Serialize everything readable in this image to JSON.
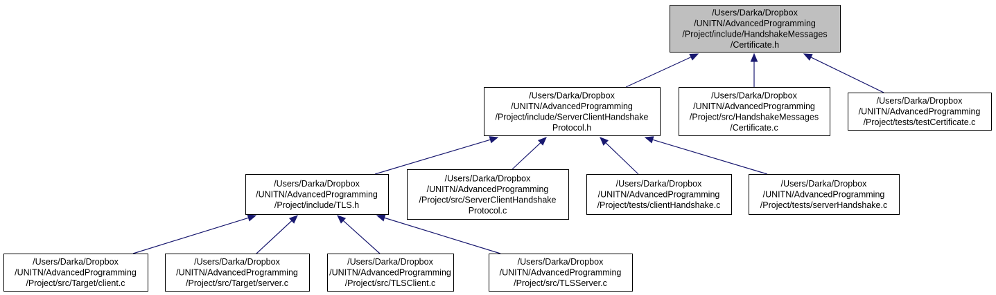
{
  "graph": {
    "colors": {
      "edge": "#191970",
      "node_border": "#000000",
      "node_fill": "#ffffff",
      "root_fill": "#bfbfbf",
      "text": "#000000"
    },
    "nodes": [
      {
        "id": "certificate_h",
        "root": true,
        "lines": [
          "/Users/Darka/Dropbox",
          "/UNITN/AdvancedProgramming",
          "/Project/include/HandshakeMessages",
          "/Certificate.h"
        ]
      },
      {
        "id": "serverclienthandshake_h",
        "lines": [
          "/Users/Darka/Dropbox",
          "/UNITN/AdvancedProgramming",
          "/Project/include/ServerClientHandshake",
          "Protocol.h"
        ]
      },
      {
        "id": "certificate_c",
        "lines": [
          "/Users/Darka/Dropbox",
          "/UNITN/AdvancedProgramming",
          "/Project/src/HandshakeMessages",
          "/Certificate.c"
        ]
      },
      {
        "id": "testcertificate_c",
        "lines": [
          "/Users/Darka/Dropbox",
          "/UNITN/AdvancedProgramming",
          "/Project/tests/testCertificate.c"
        ]
      },
      {
        "id": "tls_h",
        "lines": [
          "/Users/Darka/Dropbox",
          "/UNITN/AdvancedProgramming",
          "/Project/include/TLS.h"
        ]
      },
      {
        "id": "serverclienthandshake_c",
        "lines": [
          "/Users/Darka/Dropbox",
          "/UNITN/AdvancedProgramming",
          "/Project/src/ServerClientHandshake",
          "Protocol.c"
        ]
      },
      {
        "id": "clienthandshake_c",
        "lines": [
          "/Users/Darka/Dropbox",
          "/UNITN/AdvancedProgramming",
          "/Project/tests/clientHandshake.c"
        ]
      },
      {
        "id": "serverhandshake_c",
        "lines": [
          "/Users/Darka/Dropbox",
          "/UNITN/AdvancedProgramming",
          "/Project/tests/serverHandshake.c"
        ]
      },
      {
        "id": "target_client_c",
        "lines": [
          "/Users/Darka/Dropbox",
          "/UNITN/AdvancedProgramming",
          "/Project/src/Target/client.c"
        ]
      },
      {
        "id": "target_server_c",
        "lines": [
          "/Users/Darka/Dropbox",
          "/UNITN/AdvancedProgramming",
          "/Project/src/Target/server.c"
        ]
      },
      {
        "id": "tlsclient_c",
        "lines": [
          "/Users/Darka/Dropbox",
          "/UNITN/AdvancedProgramming",
          "/Project/src/TLSClient.c"
        ]
      },
      {
        "id": "tlsserver_c",
        "lines": [
          "/Users/Darka/Dropbox",
          "/UNITN/AdvancedProgramming",
          "/Project/src/TLSServer.c"
        ]
      }
    ],
    "edges": [
      {
        "from": "serverclienthandshake_h",
        "to": "certificate_h"
      },
      {
        "from": "certificate_c",
        "to": "certificate_h"
      },
      {
        "from": "testcertificate_c",
        "to": "certificate_h"
      },
      {
        "from": "tls_h",
        "to": "serverclienthandshake_h"
      },
      {
        "from": "serverclienthandshake_c",
        "to": "serverclienthandshake_h"
      },
      {
        "from": "clienthandshake_c",
        "to": "serverclienthandshake_h"
      },
      {
        "from": "serverhandshake_c",
        "to": "serverclienthandshake_h"
      },
      {
        "from": "target_client_c",
        "to": "tls_h"
      },
      {
        "from": "target_server_c",
        "to": "tls_h"
      },
      {
        "from": "tlsclient_c",
        "to": "tls_h"
      },
      {
        "from": "tlsserver_c",
        "to": "tls_h"
      }
    ]
  }
}
